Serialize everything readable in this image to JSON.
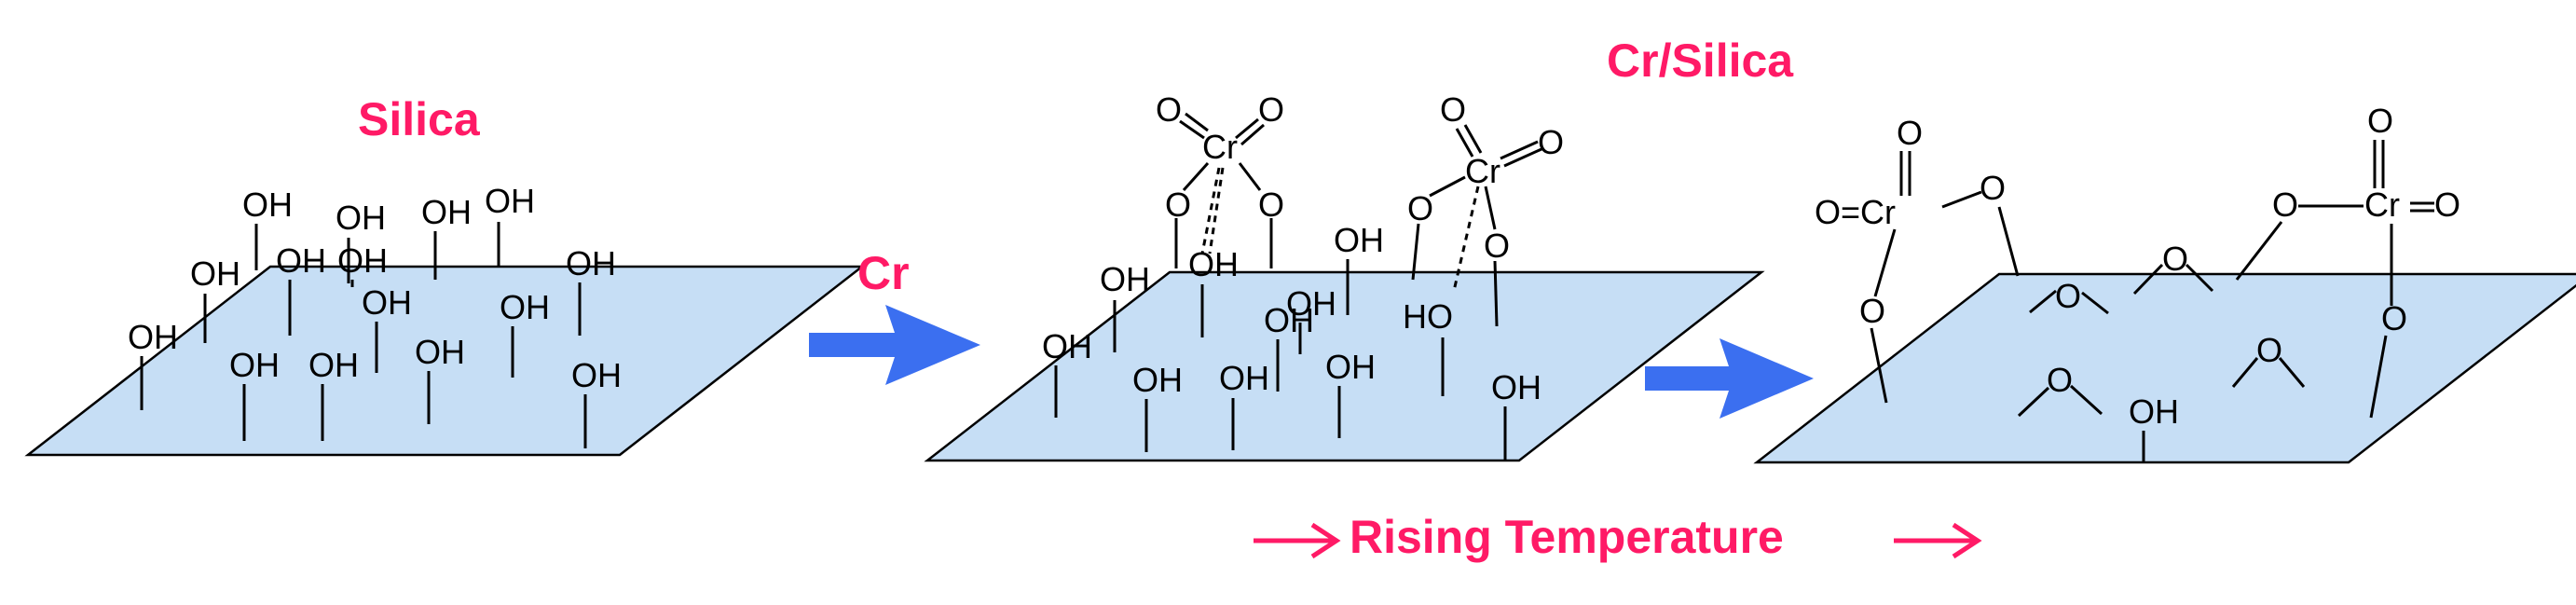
{
  "colors": {
    "label": "#ff1a66",
    "plate_fill": "#c6def5",
    "arrow_blue": "#3b6ff0",
    "arrow_pink": "#ff1a66"
  },
  "labels": {
    "silica": "Silica",
    "cr": "Cr",
    "cr_silica": "Cr/Silica",
    "rising_temperature": "Rising Temperature"
  },
  "chem": {
    "oh": "OH",
    "ho": "HO",
    "o": "O",
    "cr": "Cr",
    "o_eq_cr": "O=Cr"
  },
  "icons": {
    "process_arrow": "right-block-arrow",
    "temperature_arrow": "right-line-arrow"
  }
}
